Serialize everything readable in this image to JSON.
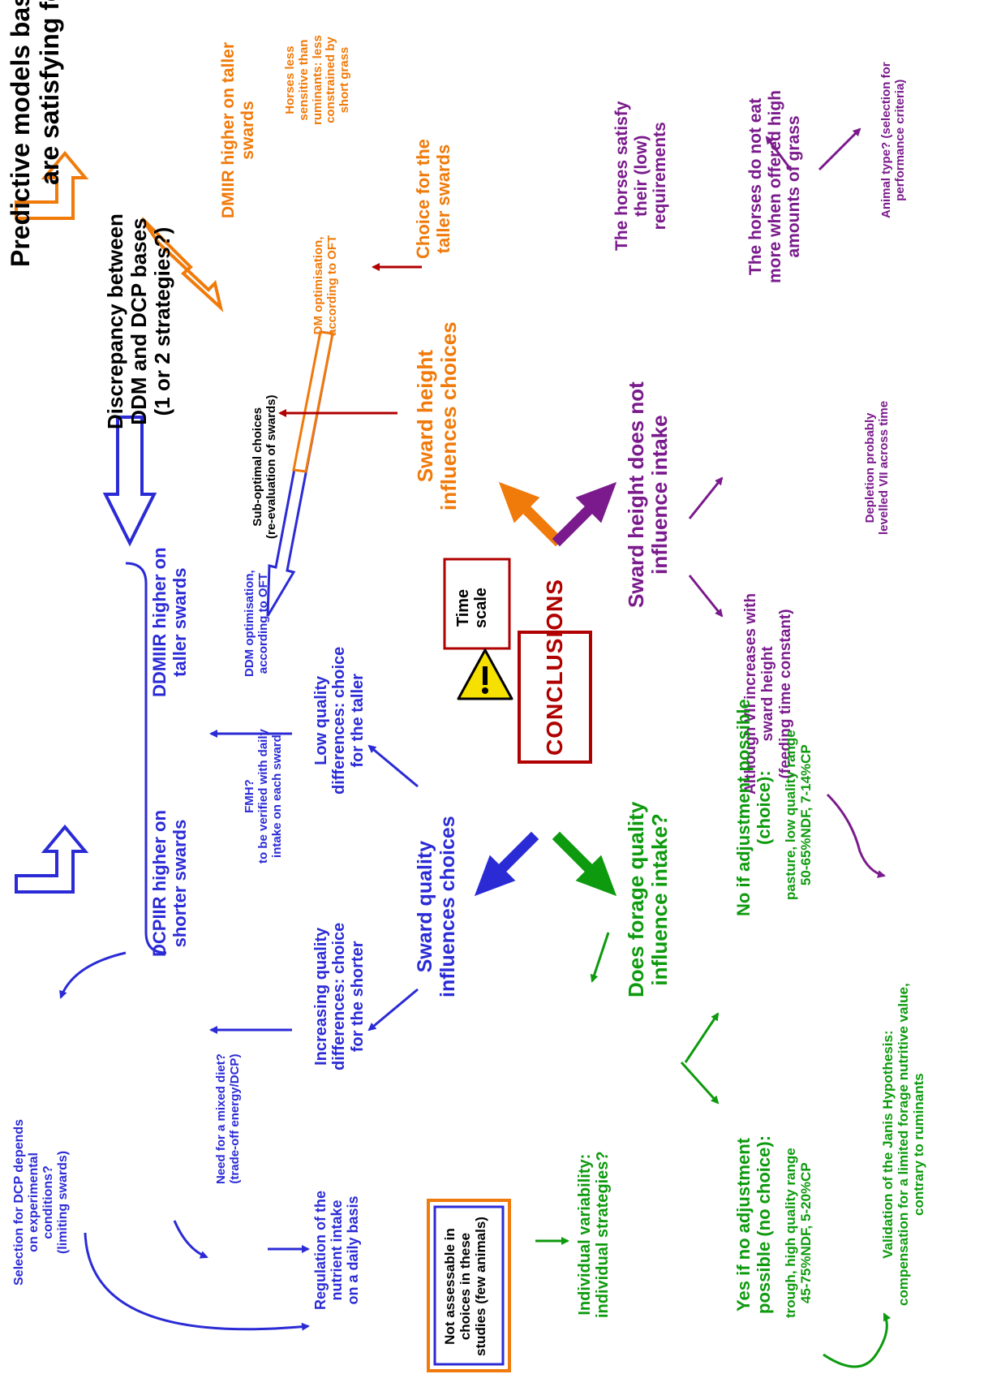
{
  "top_headline": "Predictive models based on DCP optimisation\nare satisfying for both situations",
  "discrepancy": "Discrepancy between\nDDM and DCP bases\n(1 or 2 strategies?)",
  "dmiir": "DMIIR higher on taller\nswards",
  "horses_less_sensitive": "Horses less\nsensitive than\nruminants: less\nconstrained by\nshort grass",
  "dm_optimisation": "DM optimisation,\naccording to OFT",
  "choice_taller_swards": "Choice for the\ntaller swards",
  "sward_height_influences": "Sward height\ninfluences choices",
  "suboptimal": "Sub-optimal choices\n(re-evaluation of swards)",
  "horses_satisfy": "The horses satisfy\ntheir (low)\nrequirements",
  "horses_do_not_eat": "The horses do not eat\nmore when offered high\namounts of grass",
  "animal_type": "Animal type? (selection for\nperformance criteria)",
  "sward_height_not": "Sward height does not\ninfluence intake",
  "although_vii": "Although VII increases with\nsward height\n(feeding time constant)",
  "depletion": "Depletion probably\nlevelled VII across time",
  "time_scale": "Time\nscale",
  "conclusions": "CONCLUSIONS",
  "selection_dcp": "Selection for DCP depends\non experimental\nconditions?\n(limiting swards)",
  "dcpiir": "DCPIIR higher on\nshorter swards",
  "fmh": "FMH?\nto be verified with daily\nintake on each sward",
  "ddmiir": "DDMIIR higher on\ntaller swards",
  "ddm_optimisation": "DDM optimisation,\naccording to OFT",
  "need_mixed_diet": "Need for a mixed diet?\n(trade-off energy/DCP)",
  "regulation": "Regulation of the\nnutrient intake\non a daily basis",
  "increasing_quality": "Increasing quality\ndifferences: choice\nfor the shorter",
  "low_quality": "Low quality\ndifferences: choice\nfor the taller",
  "sward_quality_influences": "Sward quality\ninfluences choices",
  "not_assessable": "Not assessable in\nchoices in these\nstudies (few animals)",
  "individual_variability": "Individual variability:\nindividual strategies?",
  "does_forage_quality": "Does forage quality\ninfluence intake?",
  "no_if_adjustment": "No if adjustment possible\n(choice):",
  "no_if_detail": "pasture, low quality range\n50-65%NDF, 7-14%CP",
  "yes_if_no_adjustment": "Yes if no adjustment\npossible (no choice):",
  "yes_if_detail": "trough, high quality range\n45-75%NDF, 5-20%CP",
  "validation_janis": "Validation of the Janis Hypothesis:\ncompensation for a limited forage nutritive value,\ncontrary to ruminants",
  "colors": {
    "blue": "#2b2bd6",
    "orange": "#f07a0a",
    "purple": "#7a1a8c",
    "green": "#0e9a0e",
    "red": "#b00000",
    "warning": "#f5e000"
  },
  "icons": [
    "warning-triangle-icon",
    "hollow-arrow-icon",
    "bold-arrow-icon"
  ]
}
